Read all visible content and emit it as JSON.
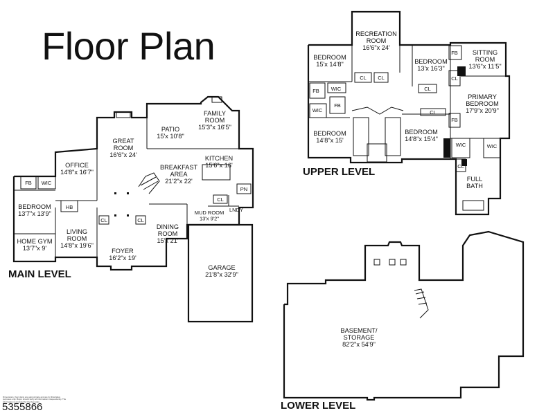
{
  "title": "Floor Plan",
  "listing_id": "5355866",
  "disclaimer": "Dimensions, floor plans are approximate and are for illustrative purposes only. Buyer should verify all information independently. The information is provided for the floor plan.",
  "levels": {
    "main": "MAIN LEVEL",
    "upper": "UPPER LEVEL",
    "lower": "LOWER LEVEL"
  },
  "rooms": {
    "great_room": {
      "name": "GREAT\nROOM",
      "dims": "16'6\"x 24'"
    },
    "family_room": {
      "name": "FAMILY\nROOM",
      "dims": "15'3\"x 16'5\""
    },
    "patio": {
      "name": "PATIO",
      "dims": "15'x 10'8\""
    },
    "office": {
      "name": "OFFICE",
      "dims": "14'8\"x 16'7\""
    },
    "kitchen": {
      "name": "KITCHEN",
      "dims": "15'6\"x 16'"
    },
    "breakfast": {
      "name": "BREAKFAST\nAREA",
      "dims": "21'2\"x 22'"
    },
    "main_bedroom": {
      "name": "BEDROOM",
      "dims": "13'7\"x 13'9\""
    },
    "home_gym": {
      "name": "HOME GYM",
      "dims": "13'7\"x 9'"
    },
    "living_room": {
      "name": "LIVING\nROOM",
      "dims": "14'8\"x 19'6\""
    },
    "dining_room": {
      "name": "DINING\nROOM",
      "dims": "15'x 21'"
    },
    "mud_room": {
      "name": "MUD ROOM",
      "dims": "13'x 9'2\""
    },
    "foyer": {
      "name": "FOYER",
      "dims": "16'2\"x 19'"
    },
    "garage": {
      "name": "GARAGE",
      "dims": "21'8\"x 32'9\""
    },
    "recreation": {
      "name": "RECREATION\nROOM",
      "dims": "16'6\"x 24'"
    },
    "up_bedroom_1": {
      "name": "BEDROOM",
      "dims": "15'x 14'8\""
    },
    "up_bedroom_2": {
      "name": "BEDROOM",
      "dims": "13'x 16'3\""
    },
    "sitting_room": {
      "name": "SITTING\nROOM",
      "dims": "13'6\"x 11'5\""
    },
    "primary_bedroom": {
      "name": "PRIMARY\nBEDROOM",
      "dims": "17'9\"x 20'9\""
    },
    "up_bedroom_3": {
      "name": "BEDROOM",
      "dims": "14'8\"x 15'"
    },
    "up_bedroom_4": {
      "name": "BEDROOM",
      "dims": "14'8\"x 15'4\""
    },
    "full_bath": {
      "name": "FULL\nBATH",
      "dims": ""
    },
    "basement": {
      "name": "BASEMENT/\nSTORAGE",
      "dims": "82'2\"x 54'9\""
    }
  },
  "tags": {
    "fb": "FB",
    "wic": "WIC",
    "hb": "HB",
    "cl": "CL",
    "pn": "PN",
    "lndy": "LNDY"
  }
}
